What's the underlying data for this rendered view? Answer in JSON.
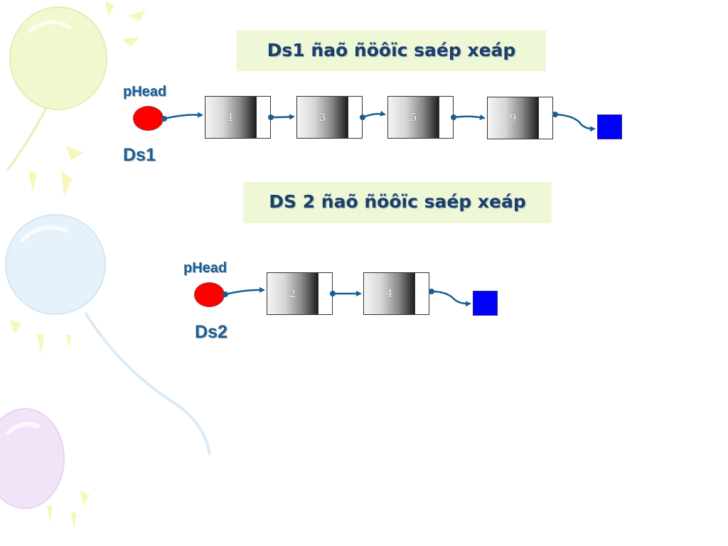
{
  "diagram": {
    "list1": {
      "title": "Ds1 ñaõ ñöôïc saép xeáp",
      "head_label": "pHead",
      "name": "Ds1",
      "nodes": [
        "1",
        "3",
        "5",
        "9"
      ]
    },
    "list2": {
      "title": "DS 2 ñaõ ñöôïc saép xeáp",
      "head_label": "pHead",
      "name": "Ds2",
      "nodes": [
        "2",
        "4"
      ]
    },
    "colors": {
      "head": "#ff0000",
      "null_terminator": "#0000ff",
      "arrow": "#1a5f8f",
      "title_bg": "#eef7d6",
      "title_text": "#1b3f6b",
      "label_text": "#1e5f93"
    }
  }
}
